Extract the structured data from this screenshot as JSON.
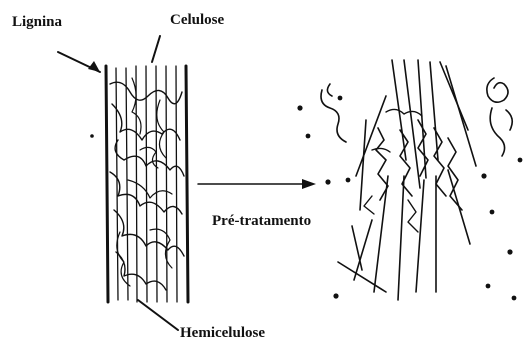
{
  "labels": {
    "lignin": "Lignina",
    "cellulose": "Celulose",
    "hemicellulose": "Hemicelulose",
    "process": "Pré-tratamento"
  },
  "colors": {
    "ink": "#111111",
    "background": "#ffffff"
  }
}
